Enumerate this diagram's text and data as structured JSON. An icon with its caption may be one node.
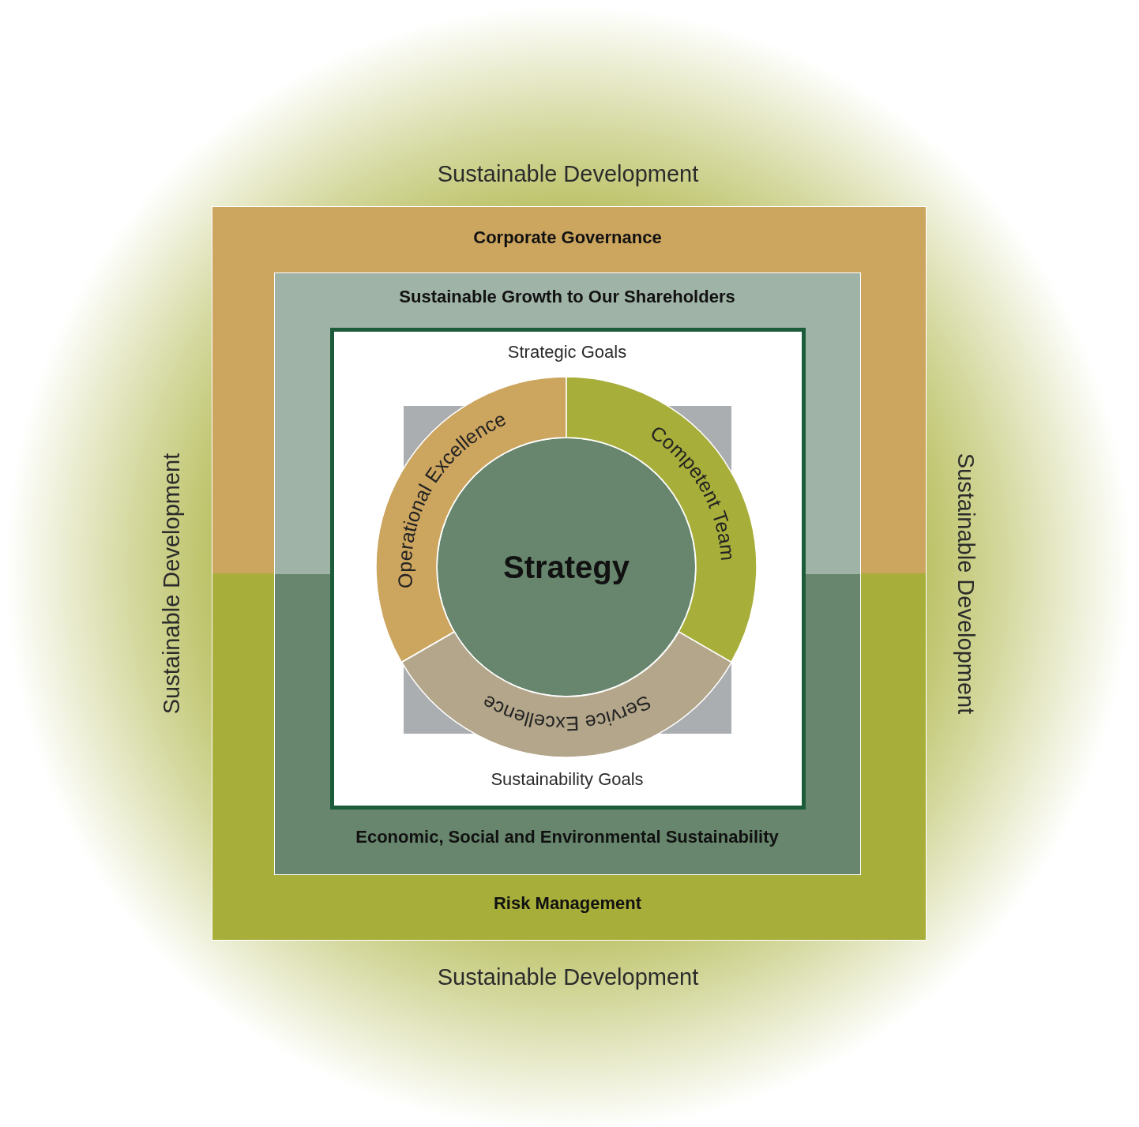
{
  "diagram": {
    "nodes": [
      {
        "text": [
          "Sustainable Development",
          "Sustainable Development",
          "Sustainable Development",
          "Sustainable Development"
        ]
      },
      {
        "text": [
          "Corporate Governance",
          "Risk Management"
        ],
        "in": 0
      },
      {
        "text": [
          "Sustainable Growth to Our Shareholders",
          "Economic, Social and Environmental Sustainability"
        ],
        "in": 1
      },
      {
        "text": [
          "Strategic Goals",
          "Sustainability Goals"
        ],
        "in": 2
      },
      {
        "text": [
          "Operational Excellence"
        ],
        "in": 3
      },
      {
        "text": [
          "Competent Team"
        ],
        "in": 3
      },
      {
        "text": [
          "Service Excellence"
        ],
        "in": 3
      },
      {
        "text": [
          "Strategy"
        ],
        "in": 3
      }
    ]
  }
}
